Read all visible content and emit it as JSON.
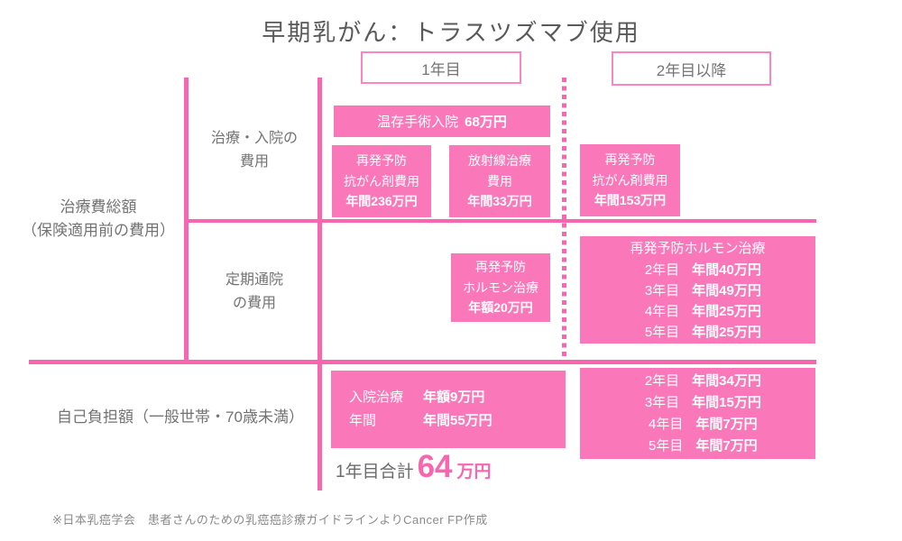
{
  "page": {
    "title": "早期乳がん：トラスツズマブ使用"
  },
  "colors": {
    "accent_pink": "#f766ae",
    "box_fill_pink": "#fa78b9",
    "label_gray": "#737373"
  },
  "headers": {
    "year1": "1年目",
    "year2_plus": "2年目以降"
  },
  "left_labels": {
    "total_cost": {
      "line1": "治療費総額",
      "line2": "（保険適用前の費用）"
    },
    "treatment_hospital": {
      "line1": "治療・入院の",
      "line2": "費用"
    },
    "regular_visits": {
      "line1": "定期通院",
      "line2": "の費用"
    },
    "self_pay": "自己負担額（一般世帯・70歳未満）"
  },
  "cost_boxes": {
    "surgery": {
      "label": "温存手術入院",
      "value": "68万円"
    },
    "chemo_year1": {
      "line1": "再発予防",
      "line2": "抗がん剤費用",
      "value": "年間236万円"
    },
    "radiation": {
      "line1": "放射線治療",
      "line2": "費用",
      "value": "年間33万円"
    },
    "chemo_year2": {
      "line1": "再発予防",
      "line2": "抗がん剤費用",
      "value": "年間153万円"
    },
    "hormone_year1": {
      "line1": "再発予防",
      "line2": "ホルモン治療",
      "value": "年額20万円"
    },
    "hormone_year2": {
      "title": "再発予防ホルモン治療",
      "rows": [
        {
          "year": "2年目",
          "value": "年間40万円"
        },
        {
          "year": "3年目",
          "value": "年間49万円"
        },
        {
          "year": "4年目",
          "value": "年間25万円"
        },
        {
          "year": "5年目",
          "value": "年間25万円"
        }
      ]
    },
    "self_pay_year1": {
      "rows": [
        {
          "label": "入院治療",
          "value": "年額9万円"
        },
        {
          "label": "年間",
          "value": "年間55万円"
        }
      ]
    },
    "self_pay_year2": {
      "rows": [
        {
          "year": "2年目",
          "value": "年間34万円"
        },
        {
          "year": "3年目",
          "value": "年間15万円"
        },
        {
          "year": "4年目",
          "value": "年間7万円"
        },
        {
          "year": "5年目",
          "value": "年間7万円"
        }
      ]
    }
  },
  "total": {
    "label": "1年目合計",
    "amount": "64",
    "unit": "万円"
  },
  "footnote": "※日本乳癌学会　患者さんのための乳癌癌診療ガイドラインよりCancer FP作成"
}
